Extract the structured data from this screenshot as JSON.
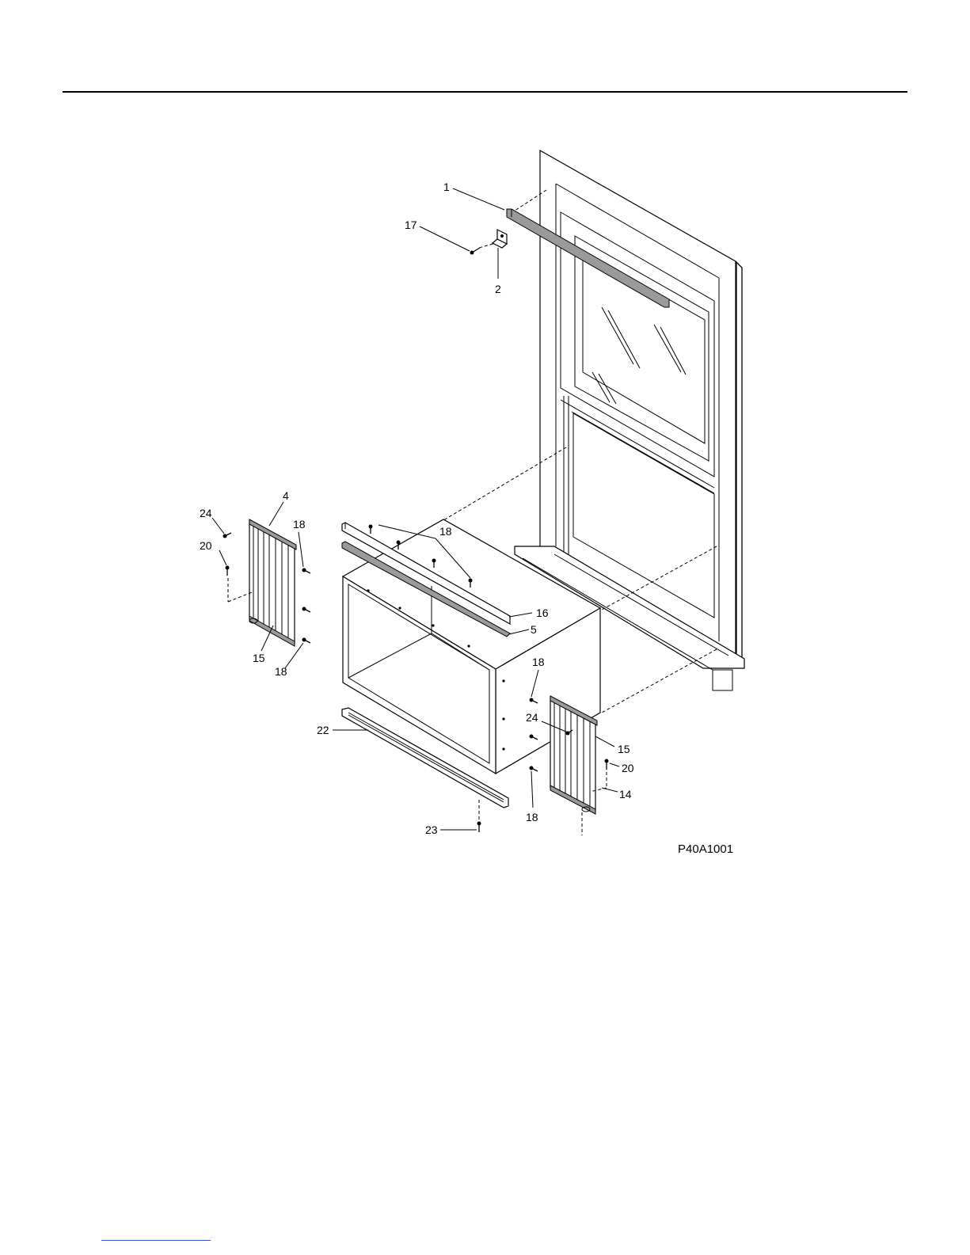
{
  "diagram": {
    "code": "P40A1001",
    "callouts": {
      "c1": "1",
      "c2": "2",
      "c4": "4",
      "c5": "5",
      "c14": "14",
      "c15a": "15",
      "c15b": "15",
      "c16": "16",
      "c17": "17",
      "c18a": "18",
      "c18b": "18",
      "c18c": "18",
      "c18d": "18",
      "c18e": "18",
      "c20a": "20",
      "c20b": "20",
      "c22": "22",
      "c23": "23",
      "c24a": "24",
      "c24b": "24"
    }
  }
}
